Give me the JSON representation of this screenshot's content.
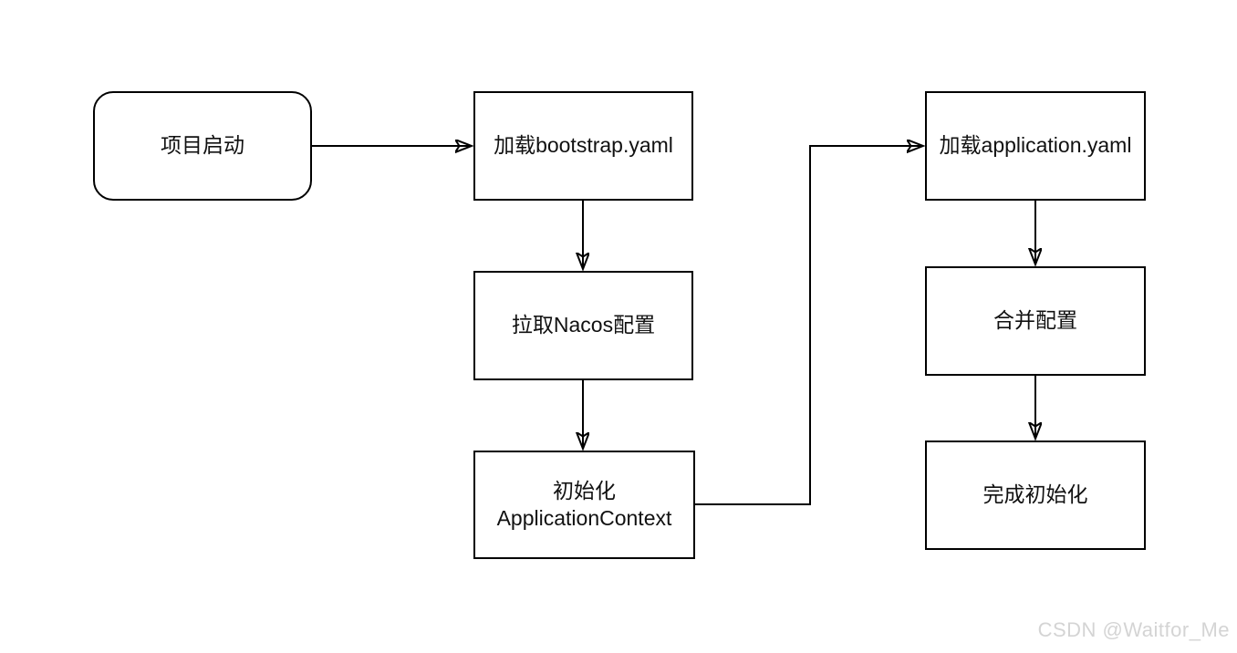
{
  "diagram": {
    "type": "flowchart",
    "background": "#ffffff",
    "stroke_color": "#000000",
    "label_color": "#111111",
    "nodes": [
      {
        "id": "project-start",
        "label": "项目启动",
        "shape": "rounded-rectangle"
      },
      {
        "id": "load-bootstrap-yaml",
        "label": "加载bootstrap.yaml",
        "shape": "rectangle"
      },
      {
        "id": "pull-nacos-config",
        "label": "拉取Nacos配置",
        "shape": "rectangle"
      },
      {
        "id": "init-application-context",
        "label": "初始化\nApplicationContext",
        "shape": "rectangle"
      },
      {
        "id": "load-application-yaml",
        "label": "加载application.yaml",
        "shape": "rectangle"
      },
      {
        "id": "merge-config",
        "label": "合并配置",
        "shape": "rectangle"
      },
      {
        "id": "finish-init",
        "label": "完成初始化",
        "shape": "rectangle"
      }
    ],
    "edges": [
      {
        "from": "project-start",
        "to": "load-bootstrap-yaml",
        "style": "arrow"
      },
      {
        "from": "load-bootstrap-yaml",
        "to": "pull-nacos-config",
        "style": "arrow"
      },
      {
        "from": "pull-nacos-config",
        "to": "init-application-context",
        "style": "arrow"
      },
      {
        "from": "init-application-context",
        "to": "load-application-yaml",
        "style": "arrow-orthogonal"
      },
      {
        "from": "load-application-yaml",
        "to": "merge-config",
        "style": "arrow"
      },
      {
        "from": "merge-config",
        "to": "finish-init",
        "style": "arrow"
      }
    ]
  },
  "watermark": {
    "text": "CSDN @Waitfor_Me",
    "color": "#d4d4d4"
  }
}
